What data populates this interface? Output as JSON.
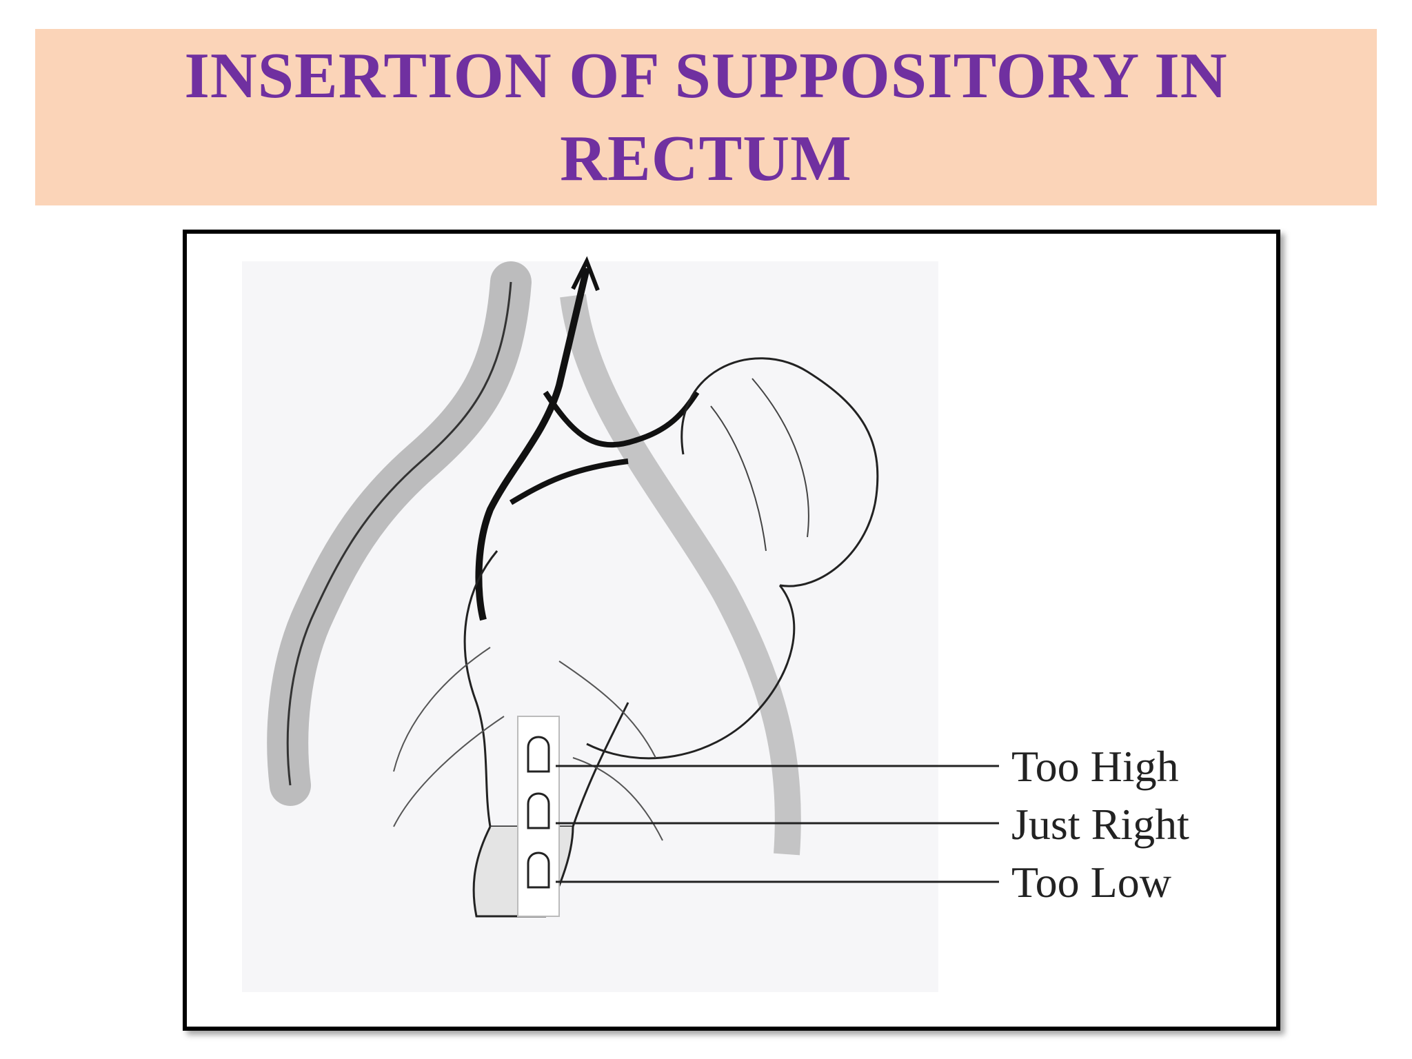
{
  "slide": {
    "title_line1": "INSERTION OF SUPPOSITORY IN",
    "title_line2": "RECTUM",
    "title_color": "#7030a0",
    "title_bg_color": "#fbd4b8"
  },
  "diagram": {
    "labels": {
      "too_high": "Too High",
      "just_right": "Just Right",
      "too_low": "Too Low"
    }
  }
}
